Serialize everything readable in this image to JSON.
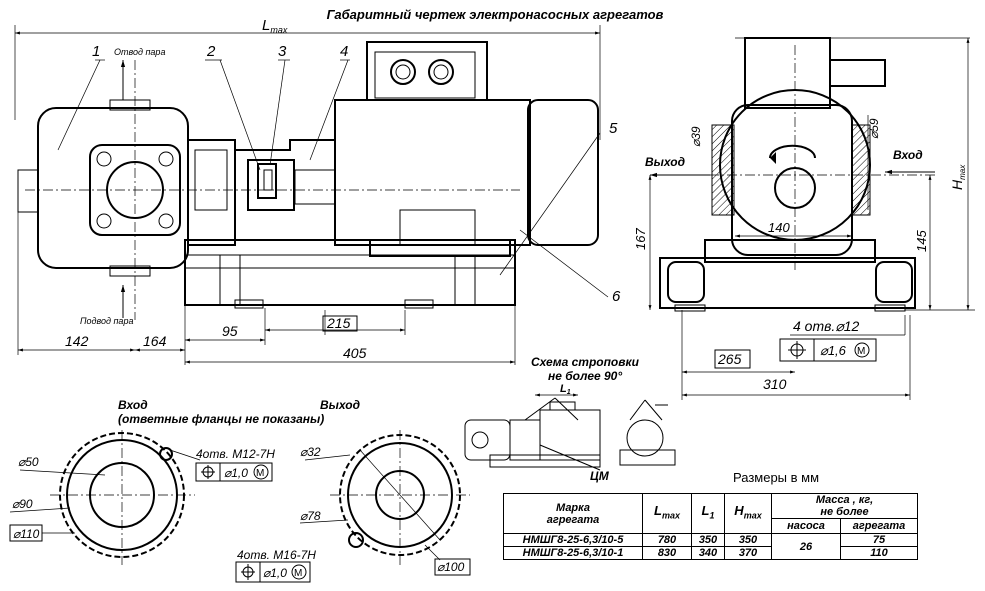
{
  "title": "Габаритный чертеж электронасосных агрегатов",
  "units_note": "Размеры в мм",
  "main_view": {
    "lmax_label": "L",
    "lmax_sub": "max",
    "callouts": [
      "1",
      "2",
      "3",
      "4",
      "5",
      "6"
    ],
    "steam_out": "Отвод пара",
    "steam_in": "Подвод пара",
    "dims": {
      "d142": "142",
      "d164": "164",
      "d95": "95",
      "d215": "215",
      "d405": "405"
    }
  },
  "side_view": {
    "outlet": "Выход",
    "inlet": "Вход",
    "d39": "⌀39",
    "d59": "⌀59",
    "d140": "140",
    "d167": "167",
    "d145": "145",
    "hmax": "H",
    "hmax_sub": "max",
    "holes": "4 отв.⌀12",
    "tol_value": "⌀1,6",
    "tol_mod": "M",
    "d265": "265",
    "d310": "310"
  },
  "sling": {
    "title_line1": "Схема строповки",
    "title_line2": "не более 90°",
    "l1": "L",
    "l1_sub": "1",
    "cm": "ЦМ"
  },
  "inlet_flange": {
    "title_line1": "Вход",
    "title_line2": "(ответные фланцы не показаны)",
    "d50": "⌀50",
    "d90": "⌀90",
    "d110": "⌀110",
    "holes": "4отв. М12-7Н",
    "tol_value": "⌀1,0",
    "tol_mod": "M"
  },
  "outlet_flange": {
    "title": "Выход",
    "d32": "⌀32",
    "d78": "⌀78",
    "d100": "⌀100",
    "holes": "4отв. М16-7Н",
    "tol_value": "⌀1,0",
    "tol_mod": "M"
  },
  "table": {
    "h_mark_1": "Марка",
    "h_mark_2": "агрегата",
    "h_lmax": "L",
    "h_lmax_sub": "max",
    "h_l1": "L",
    "h_l1_sub": "1",
    "h_hmax": "H",
    "h_hmax_sub": "max",
    "h_mass_1": "Масса , кг,",
    "h_mass_2": "не более",
    "h_pump": "насоса",
    "h_unit": "агрегата",
    "pump_mass": "26",
    "rows": [
      {
        "mark": "НМШГ8-25-6,3/10-5",
        "lmax": "780",
        "l1": "350",
        "hmax": "350",
        "unit_mass": "75"
      },
      {
        "mark": "НМШГ8-25-6,3/10-1",
        "lmax": "830",
        "l1": "340",
        "hmax": "370",
        "unit_mass": "110"
      }
    ]
  }
}
